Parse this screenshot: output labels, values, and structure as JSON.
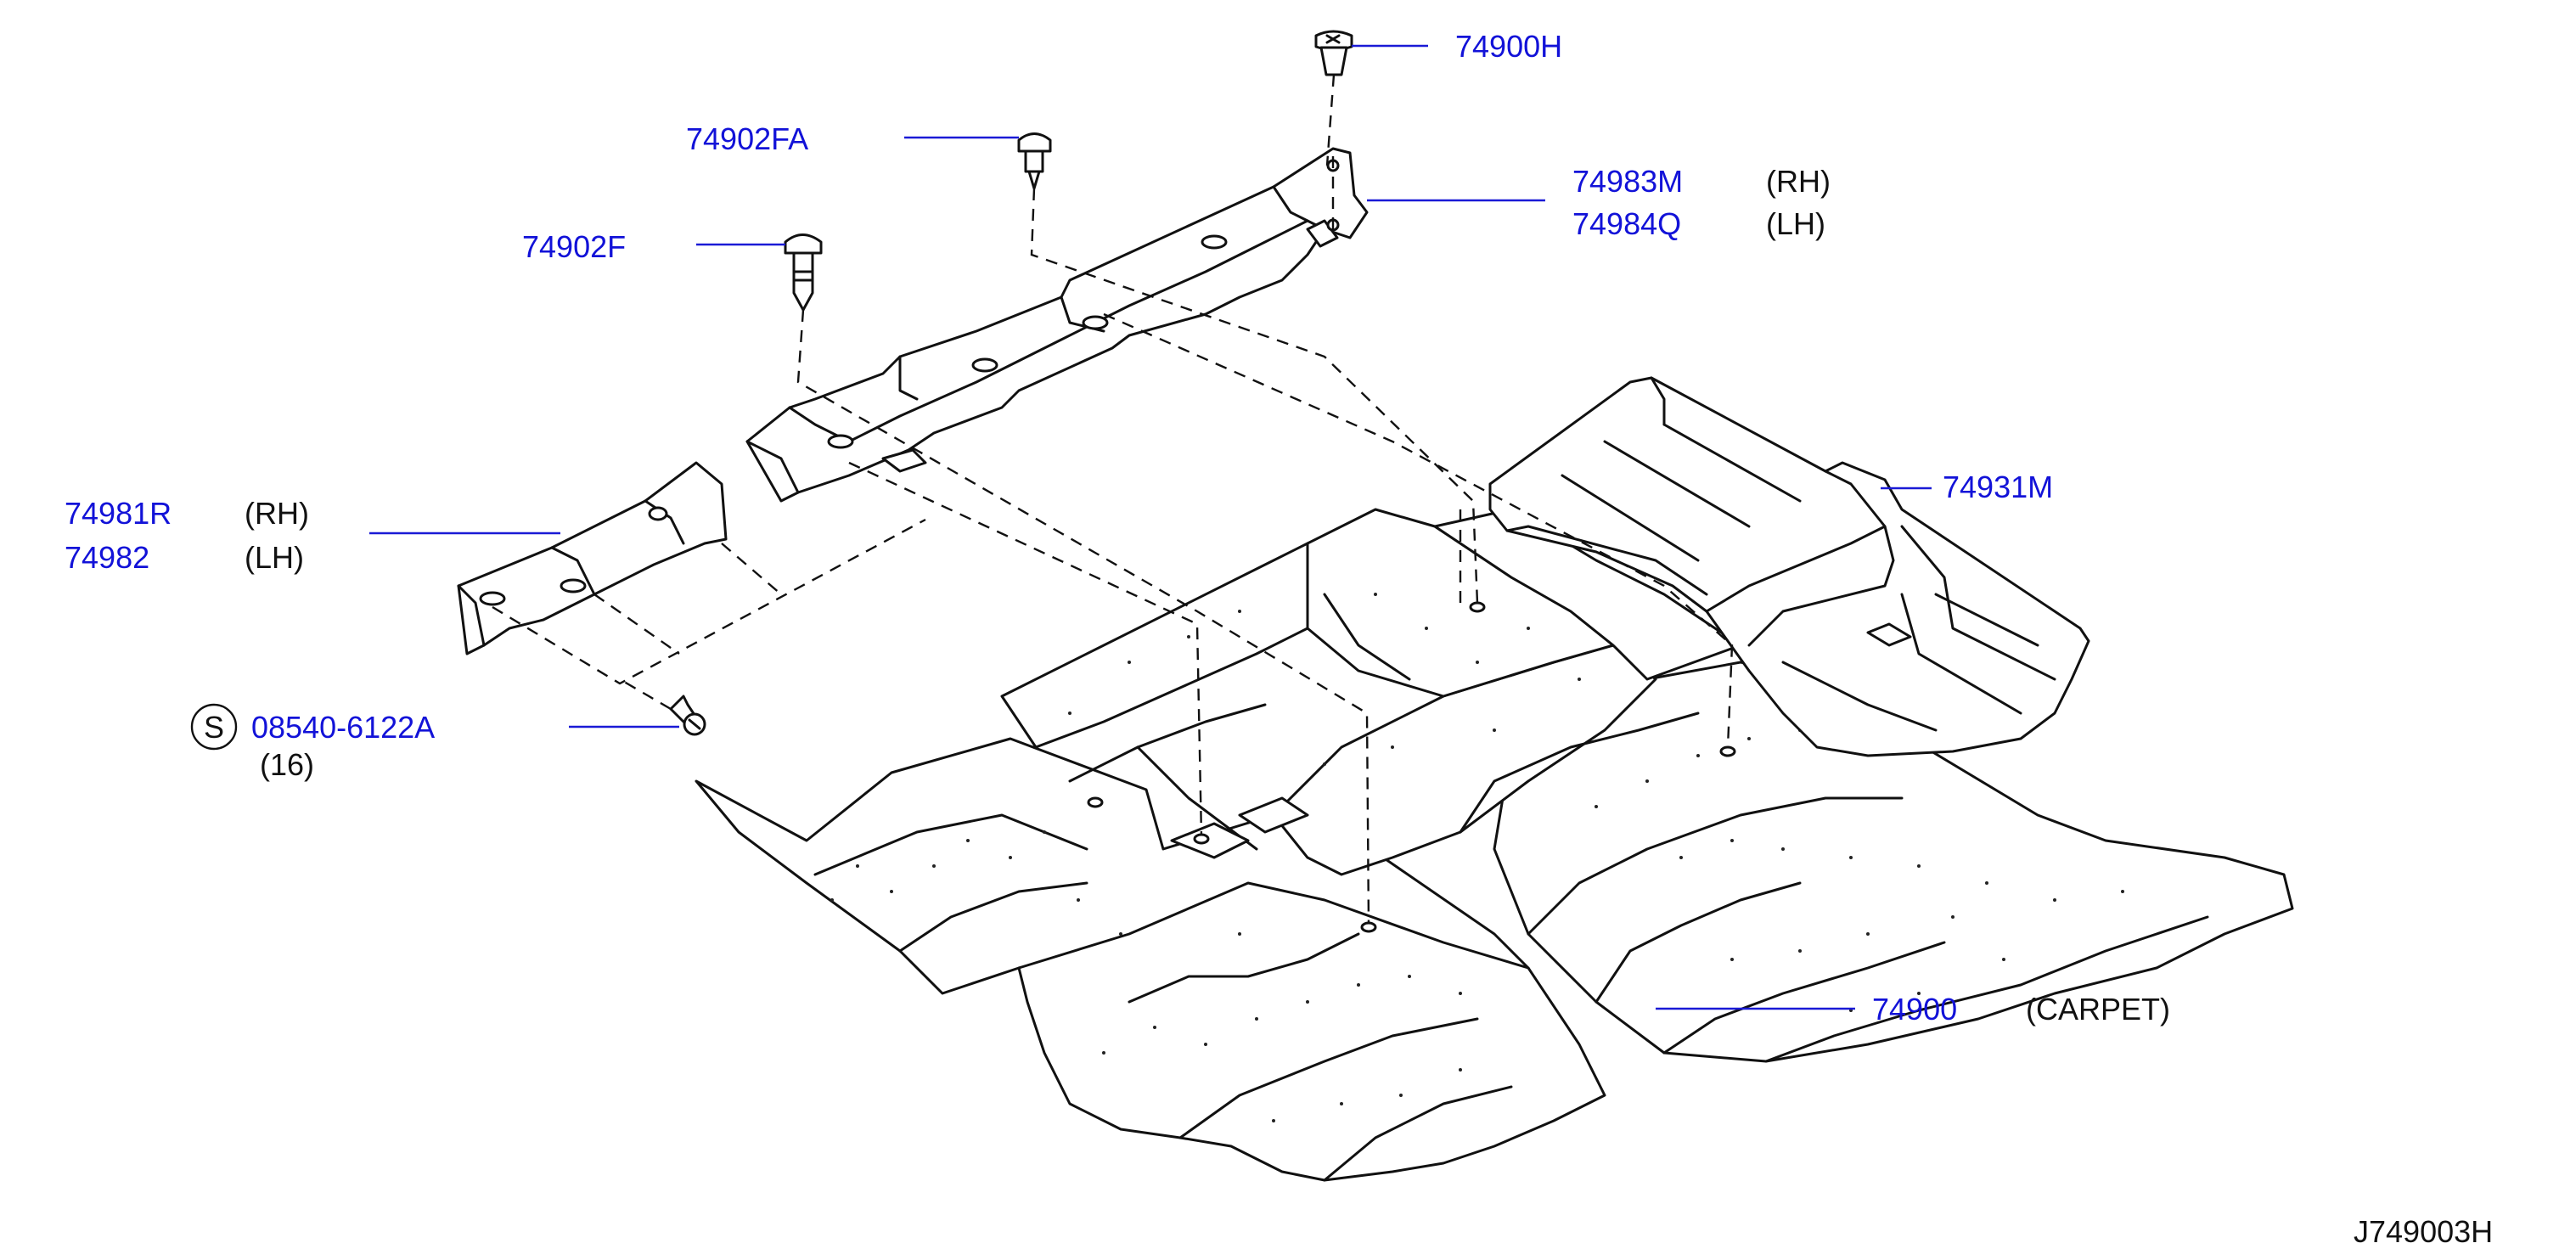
{
  "colors": {
    "part_number": "#1212d8",
    "line": "#111111",
    "background": "#ffffff"
  },
  "labels": {
    "p74900H": "74900H",
    "p74902FA": "74902FA",
    "p74902F": "74902F",
    "p74983M": "74983M",
    "p74983M_side": "(RH)",
    "p74984Q": "74984Q",
    "p74984Q_side": "(LH)",
    "p74931M": "74931M",
    "p74981R": "74981R",
    "p74981R_side": "(RH)",
    "p74982": "74982",
    "p74982_side": "(LH)",
    "screw_symbol": "S",
    "p08540": "08540-6122A",
    "p08540_qty": "(16)",
    "p74900": "74900",
    "p74900_note": "(CARPET)"
  },
  "figure_id": "J749003H"
}
